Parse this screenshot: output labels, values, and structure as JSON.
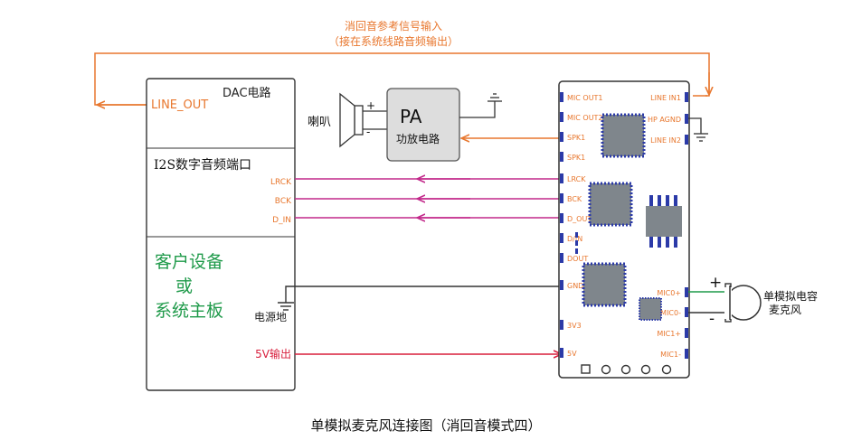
{
  "colors": {
    "orange": "#e8772e",
    "magenta": "#c2288a",
    "red": "#d81e3c",
    "green": "#1f9a4a",
    "ic": "#7f868c",
    "pad": "#2b3aa8",
    "line": "#333333"
  },
  "labels": {
    "echo_ref_title": "消回音参考信号输入",
    "echo_ref_sub": "（接在系统线路音频输出）",
    "line_out": "LINE_OUT",
    "dac": "DAC电路",
    "i2s": "I2S数字音频端口",
    "lrck": "LRCK",
    "bck": "BCK",
    "d_in": "D_IN",
    "customer1": "客户设备",
    "customer2": "或",
    "customer3": "系统主板",
    "power_ground": "电源地",
    "v5_out": "5V输出",
    "speaker": "喇叭",
    "plus": "+",
    "minus": "-",
    "pa": "PA",
    "pa_sub": "功放电路",
    "mic_label1": "单模拟电容",
    "mic_label2": "麦克风",
    "caption": "单模拟麦克风连接图（消回音模式四）"
  },
  "module_pins_left": [
    "MIC OUT1",
    "MIC OUT2",
    "SPK1",
    "SPK1",
    "LRCK",
    "BCK",
    "D_OUT",
    "D/IN",
    "DOUT",
    "GND",
    "3V3",
    "5V"
  ],
  "module_pins_right": [
    "LINE IN1",
    "HP AGND",
    "LINE IN2",
    "MIC0+",
    "MIC0-",
    "MIC1+",
    "MIC1-"
  ]
}
